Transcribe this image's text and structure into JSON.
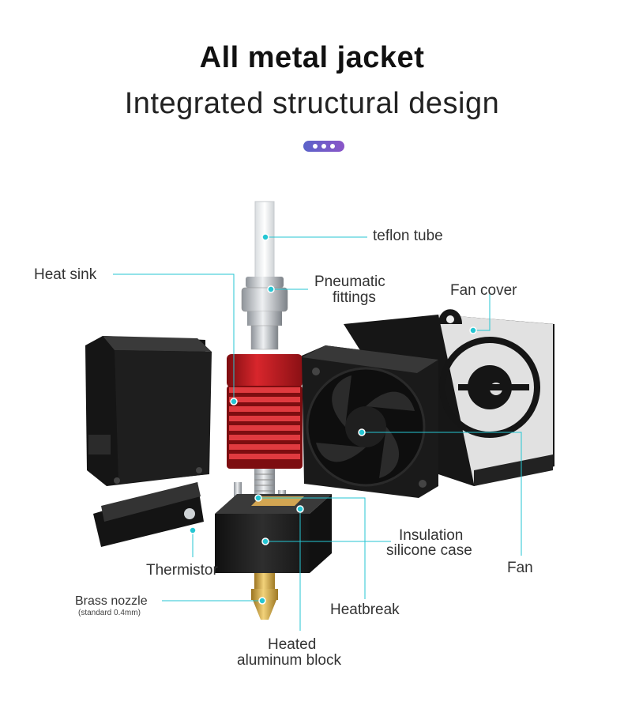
{
  "header": {
    "title": "All metal jacket",
    "subtitle": "Integrated structural design"
  },
  "labels": {
    "teflon_tube": "teflon tube",
    "heat_sink": "Heat sink",
    "pneumatic_line1": "Pneumatic",
    "pneumatic_line2": "fittings",
    "fan_cover": "Fan cover",
    "insulation_line1": "Insulation",
    "insulation_line2": "silicone case",
    "fan": "Fan",
    "thermistor": "Thermistor",
    "brass_nozzle": "Brass nozzle",
    "brass_nozzle_note": "(standard 0.4mm)",
    "heatbreak": "Heatbreak",
    "heated_line1": "Heated",
    "heated_line2": "aluminum block"
  },
  "colors": {
    "leader_line": "#25c6d3",
    "dots_gradient_start": "#5b63c9",
    "dots_gradient_end": "#8a55c8",
    "heat_sink": "#b3181e",
    "black_part": "#1b1b1b",
    "brass": "#d4a93a"
  }
}
